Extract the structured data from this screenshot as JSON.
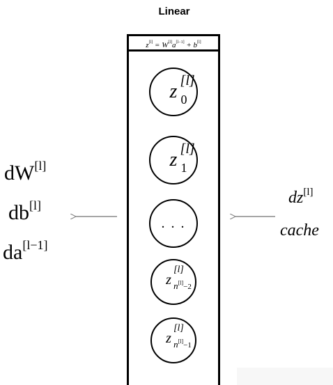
{
  "diagram": {
    "title": "Linear",
    "formula": {
      "lhs": "z",
      "lhs_sup": "[l]",
      "eq": "=",
      "w": "W",
      "w_sup": "[l]",
      "a": "a",
      "a_sup": "[l−1]",
      "plus": "+",
      "b": "b",
      "b_sup": "[l]"
    },
    "nodes": [
      {
        "var": "z",
        "sup": "[l]",
        "sub": "0"
      },
      {
        "var": "z",
        "sup": "[l]",
        "sub": "1"
      },
      {
        "text": ". . ."
      },
      {
        "var": "z",
        "sup": "[l]",
        "sub_base": "n",
        "sub_sup": "[l]",
        "sub_tail": "−2"
      },
      {
        "var": "z",
        "sup": "[l]",
        "sub_base": "n",
        "sub_sup": "[l]",
        "sub_tail": "−1"
      }
    ],
    "outputs": [
      {
        "base": "dW",
        "sup": "[l]"
      },
      {
        "base": "db",
        "sup": "[l]"
      },
      {
        "base": "da",
        "sup": "[l−1]"
      }
    ],
    "inputs": [
      {
        "base": "dz",
        "sup": "[l]"
      },
      {
        "base": "cache"
      }
    ],
    "colors": {
      "line": "#000000",
      "arrow": "#888888"
    }
  }
}
